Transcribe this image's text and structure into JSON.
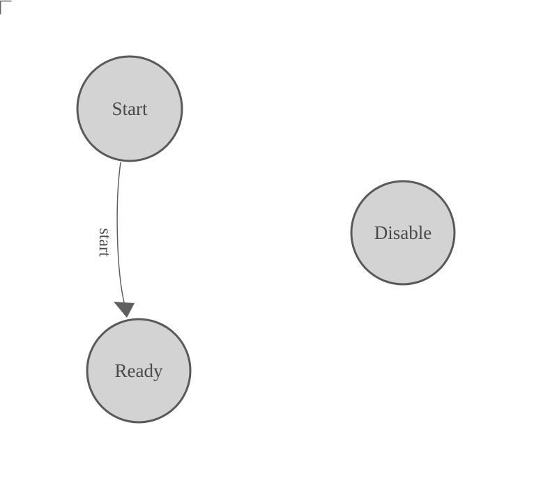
{
  "diagram": {
    "type": "state-machine",
    "background_color": "#ffffff",
    "colors": {
      "node_fill": "#d3d3d3",
      "node_stroke": "#595959",
      "edge_stroke": "#5f5f5f",
      "label_text": "#4a4a4a",
      "corner_mark": "#666666"
    },
    "nodes": [
      {
        "id": "start",
        "label": "Start"
      },
      {
        "id": "ready",
        "label": "Ready"
      },
      {
        "id": "disable",
        "label": "Disable"
      }
    ],
    "edges": [
      {
        "from": "start",
        "to": "ready",
        "label": "start"
      }
    ]
  }
}
